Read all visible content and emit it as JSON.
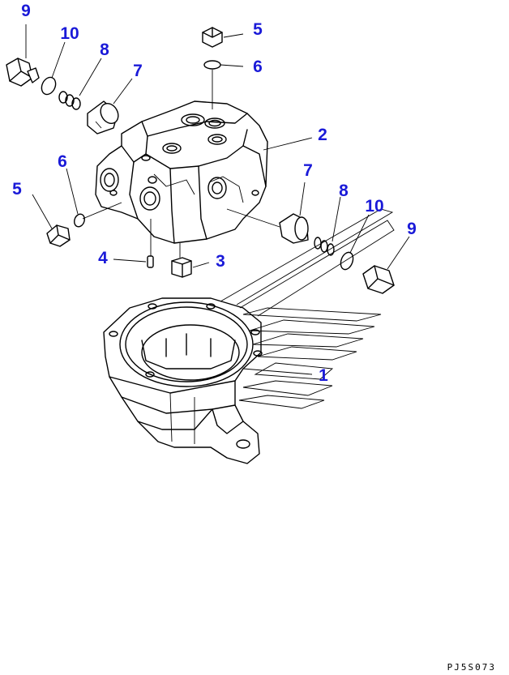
{
  "callouts": {
    "c1": "1",
    "c2": "2",
    "c3": "3",
    "c4": "4",
    "c5_top": "5",
    "c5_left": "5",
    "c6_top": "6",
    "c6_left": "6",
    "c7_top": "7",
    "c7_right": "7",
    "c8_top": "8",
    "c8_right": "8",
    "c9_top": "9",
    "c9_right": "9",
    "c10_top": "10",
    "c10_right": "10"
  },
  "drawing_code": "PJ5S073",
  "colors": {
    "callout": "#1a1ad8",
    "line": "#000000",
    "background": "#ffffff"
  }
}
